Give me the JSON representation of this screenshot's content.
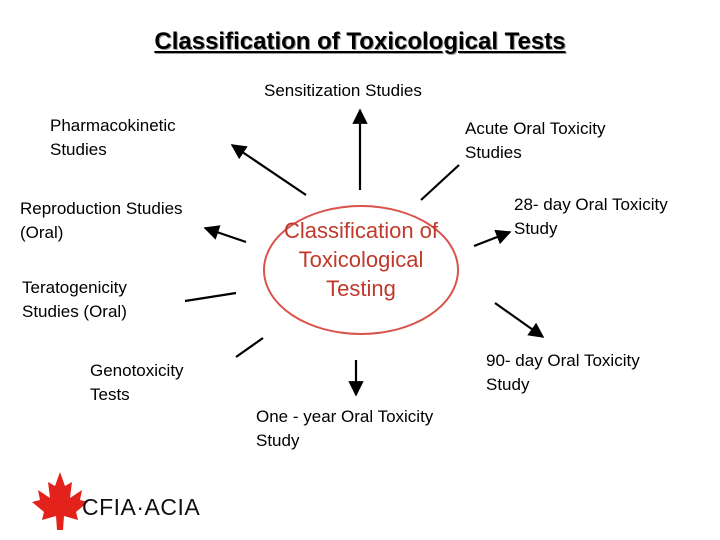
{
  "title": "Classification of Toxicological Tests",
  "center": {
    "lines": [
      "Classification of",
      "Toxicological",
      "Testing"
    ]
  },
  "nodes": {
    "sensitization": [
      "Sensitization Studies"
    ],
    "pharmacokinetic": [
      "Pharmacokinetic",
      "Studies"
    ],
    "acute_oral": [
      "Acute Oral Toxicity",
      "Studies"
    ],
    "reproduction": [
      "Reproduction Studies",
      "(Oral)"
    ],
    "day28": [
      "28- day Oral Toxicity",
      "Study"
    ],
    "teratogenicity": [
      "Teratogenicity",
      "Studies (Oral)"
    ],
    "genotoxicity": [
      "Genotoxicity",
      "Tests"
    ],
    "day90": [
      "90- day Oral Toxicity",
      "Study"
    ],
    "one_year": [
      "One - year Oral Toxicity",
      "Study"
    ]
  },
  "logo": {
    "text": "CFIA·ACIA",
    "icon": "maple-leaf-icon",
    "color": "#e3231b"
  },
  "colors": {
    "center_border": "#d9534a",
    "center_text": "#c0392b"
  }
}
